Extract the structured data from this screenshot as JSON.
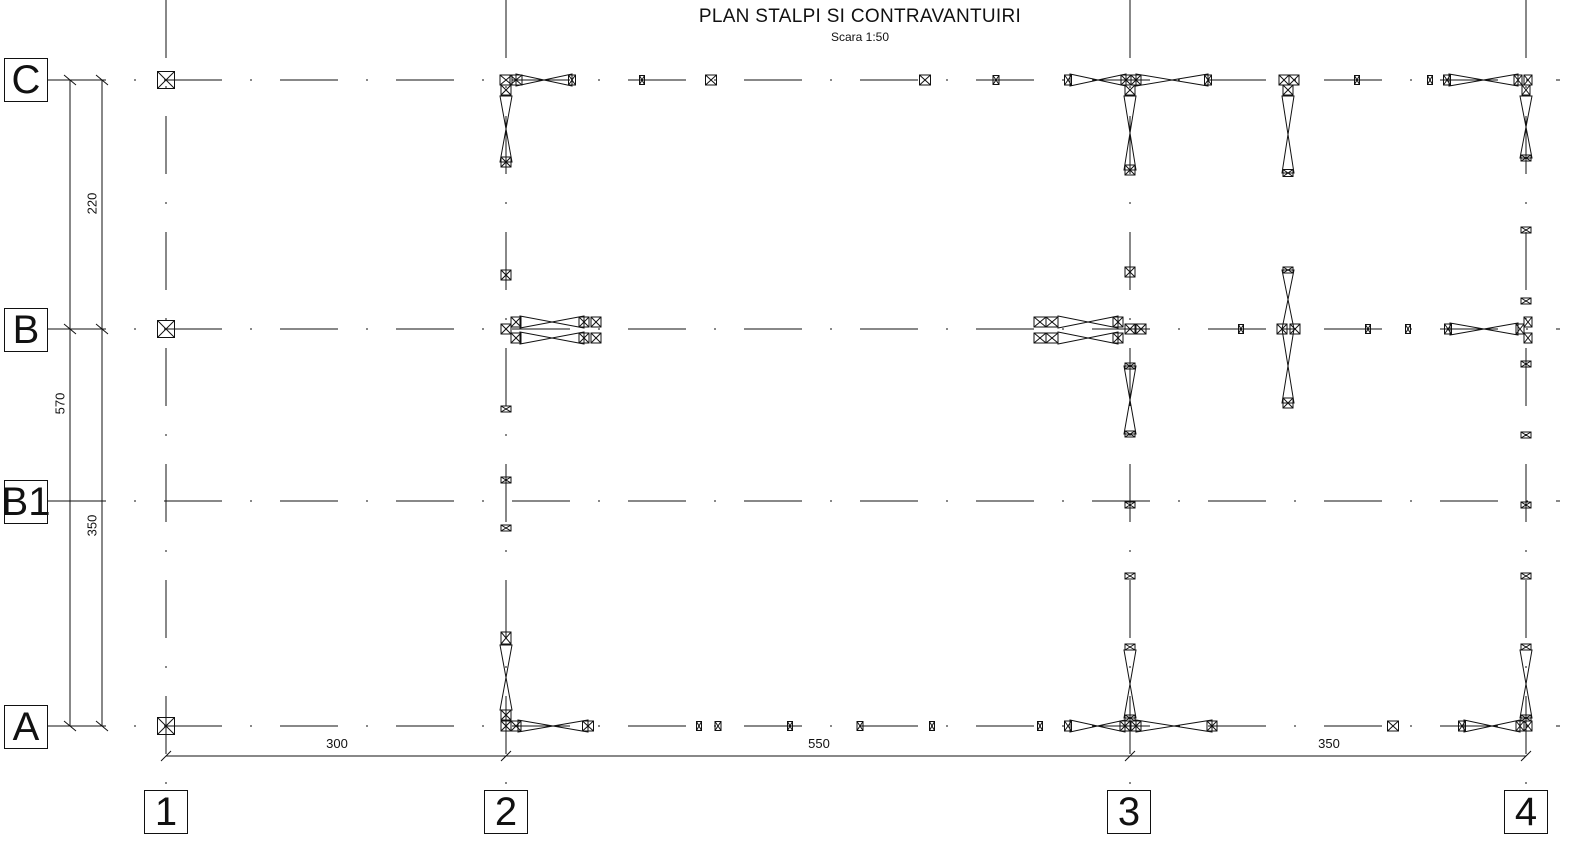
{
  "title": "PLAN STALPI SI CONTRAVANTUIRI",
  "subtitle": "Scara 1:50",
  "axes": {
    "rows": [
      "C",
      "B",
      "B1",
      "A"
    ],
    "columns": [
      "1",
      "2",
      "3",
      "4"
    ]
  },
  "dimensions": {
    "vertical": [
      "220",
      "570",
      "350"
    ],
    "horizontal": [
      "300",
      "550",
      "350"
    ]
  },
  "colors": {
    "line": "#111111",
    "background": "#ffffff"
  }
}
